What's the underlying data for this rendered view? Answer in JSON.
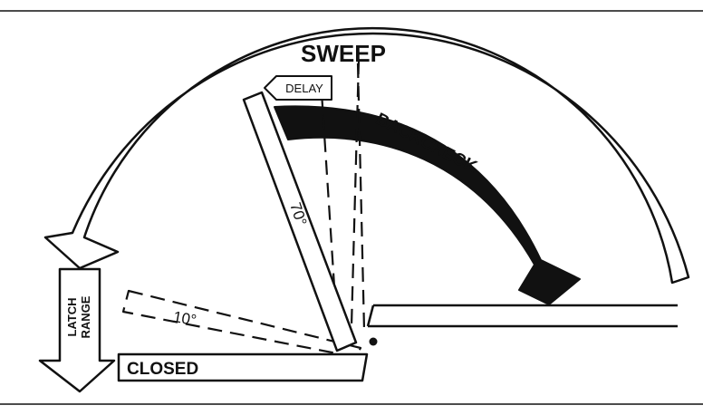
{
  "diagram": {
    "labels": {
      "sweep": "SWEEP",
      "backcheck": "BACKCHECK",
      "delay": "DELAY",
      "latch_line1": "LATCH",
      "latch_line2": "RANGE",
      "closed": "CLOSED",
      "angle_70": "70°",
      "angle_10": "10°"
    },
    "colors": {
      "ink": "#111111",
      "paper": "#ffffff",
      "backcheck_fill": "#111111"
    }
  }
}
